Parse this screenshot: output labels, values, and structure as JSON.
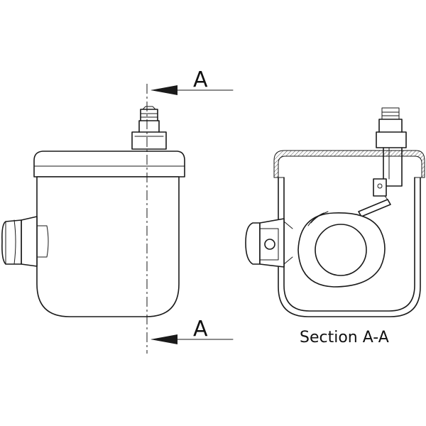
{
  "labels": {
    "section_mark_top": "A",
    "section_mark_bottom": "A",
    "section_caption": "Section A-A"
  },
  "colors": {
    "line": "#1a1a1a",
    "background": "#ffffff"
  }
}
